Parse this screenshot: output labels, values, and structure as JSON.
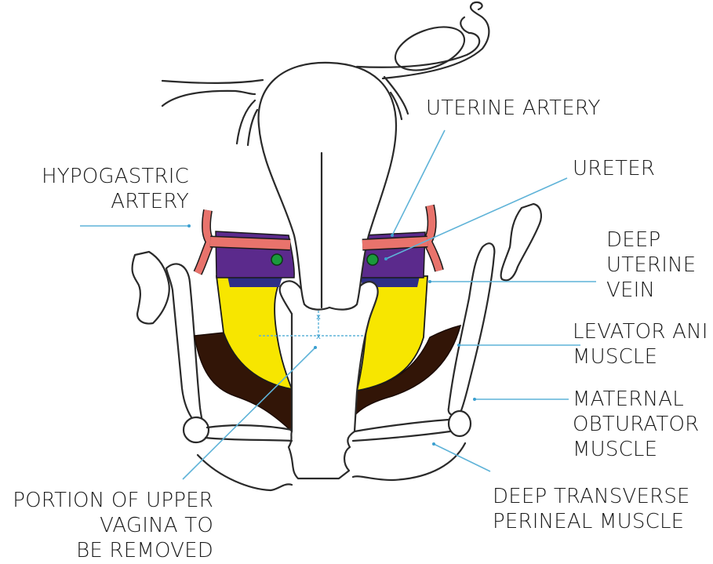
{
  "diagram": {
    "title": "Pelvic anatomy – radical trachelectomy schematic",
    "colors": {
      "uterine_artery": "#e8736c",
      "parametrium_purple": "#5b2a8c",
      "deep_uterine_vein": "#2e2e86",
      "ureter": "#1a9a3c",
      "paracolpos_yellow": "#f7e600",
      "levator_ani": "#321507",
      "leader_line": "#5fb3d8"
    },
    "labels": {
      "uterine_artery": [
        "UTERINE ARTERY"
      ],
      "ureter": [
        "URETER"
      ],
      "hypogastric_artery": [
        "HYPOGASTRIC",
        "ARTERY"
      ],
      "deep_uterine_vein": [
        "DEEP",
        "UTERINE",
        "VEIN"
      ],
      "levator_ani": [
        "LEVATOR ANI",
        "MUSCLE"
      ],
      "maternal_obturator": [
        "MATERNAL",
        "OBTURATOR",
        "MUSCLE"
      ],
      "deep_transverse_perineal": [
        "DEEP TRANSVERSE",
        "PERINEAL MUSCLE"
      ],
      "upper_vagina": [
        "PORTION OF UPPER",
        "VAGINA TO",
        "BE REMOVED"
      ]
    },
    "markers": {
      "cut_mark": "x"
    }
  }
}
